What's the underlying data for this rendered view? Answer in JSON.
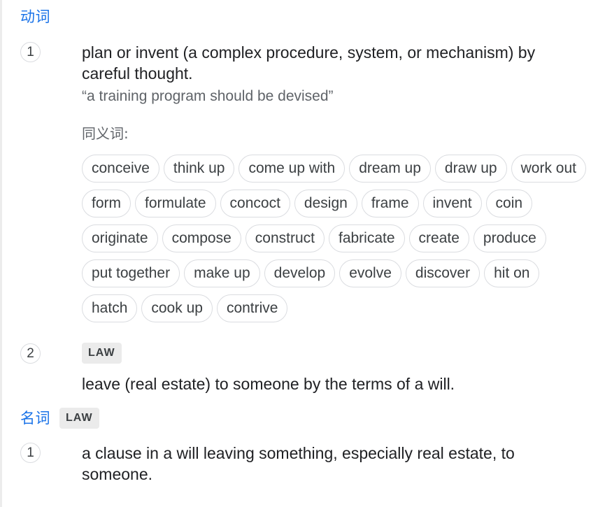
{
  "verb": {
    "pos_label": "动词",
    "senses": [
      {
        "number": "1",
        "definition": "plan or invent (a complex procedure, system, or mechanism) by careful thought.",
        "example": "“a training program should be devised”",
        "synonyms_label": "同义词:",
        "synonym_rows": [
          [
            "conceive",
            "think up",
            "come up with",
            "dream up",
            "draw up",
            "work out"
          ],
          [
            "form",
            "formulate",
            "concoct",
            "design",
            "frame",
            "invent",
            "coin"
          ],
          [
            "originate",
            "compose",
            "construct",
            "fabricate",
            "create",
            "produce"
          ],
          [
            "put together",
            "make up",
            "develop",
            "evolve",
            "discover",
            "hit on"
          ],
          [
            "hatch",
            "cook up",
            "contrive"
          ]
        ]
      },
      {
        "number": "2",
        "badge": "LAW",
        "definition": "leave (real estate) to someone by the terms of a will."
      }
    ]
  },
  "noun": {
    "pos_label": "名词",
    "badge": "LAW",
    "senses": [
      {
        "number": "1",
        "definition": "a clause in a will leaving something, especially real estate, to someone."
      }
    ]
  }
}
